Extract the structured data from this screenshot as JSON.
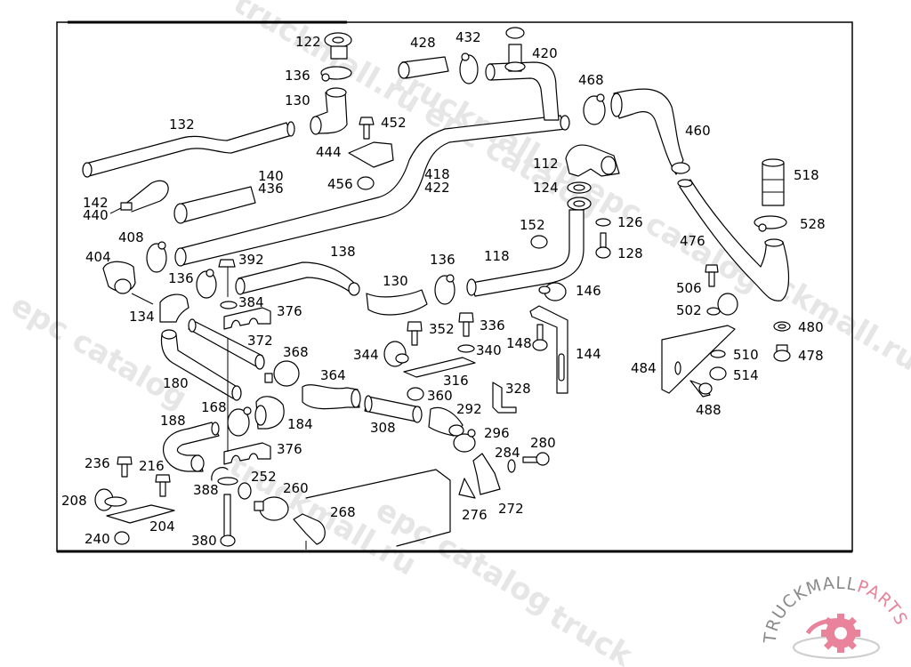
{
  "diagram": {
    "title": "Cooling water hoses and pipes — parts diagram",
    "part_labels": [
      "122",
      "136",
      "130",
      "132",
      "140",
      "436",
      "142",
      "440",
      "452",
      "444",
      "456",
      "428",
      "432",
      "420",
      "418",
      "422",
      "112",
      "124",
      "152",
      "126",
      "128",
      "468",
      "460",
      "518",
      "528",
      "476",
      "408",
      "404",
      "392",
      "136",
      "384",
      "134",
      "376",
      "372",
      "368",
      "180",
      "138",
      "130",
      "136",
      "118",
      "146",
      "352",
      "336",
      "344",
      "340",
      "316",
      "360",
      "364",
      "148",
      "144",
      "328",
      "506",
      "502",
      "484",
      "510",
      "514",
      "488",
      "480",
      "478",
      "168",
      "184",
      "188",
      "376",
      "236",
      "216",
      "208",
      "204",
      "240",
      "388",
      "252",
      "260",
      "380",
      "268",
      "308",
      "292",
      "296",
      "284",
      "280",
      "276",
      "272"
    ]
  },
  "watermarks": [
    "truckmall.ru epc catalog",
    "epc catalog",
    "truckmall.ru epc catalog",
    "epc catalog",
    "truck"
  ],
  "logo": {
    "text_gray": "TRUCKMALL",
    "text_pink": "PARTS",
    "colors": {
      "gray": "#8a8a8a",
      "pink": "#e8839b"
    }
  }
}
